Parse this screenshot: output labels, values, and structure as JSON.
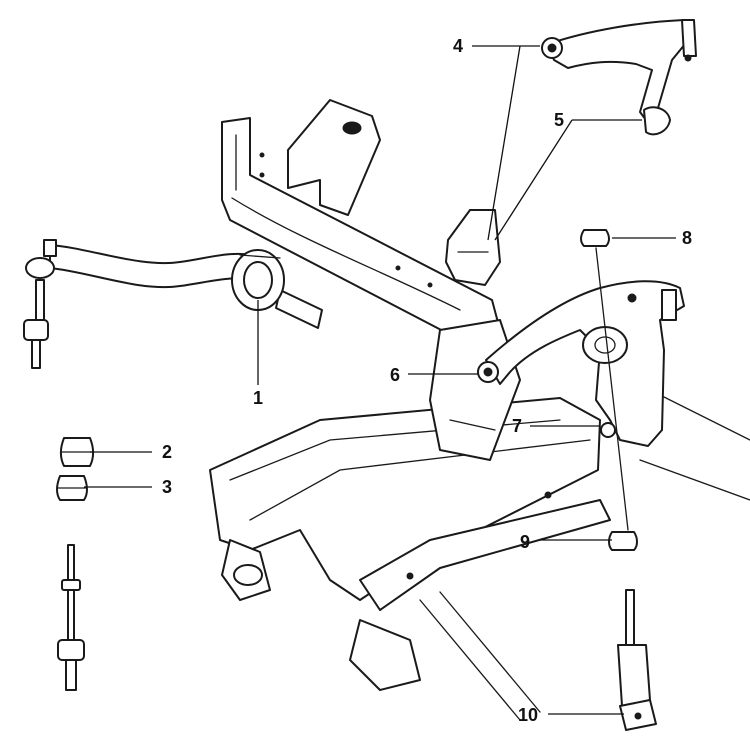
{
  "diagram": {
    "colors": {
      "line": "#1a1a1a",
      "background": "#ffffff"
    },
    "callouts": [
      {
        "number": "1",
        "part": "stabilizer-bar-bushing"
      },
      {
        "number": "2",
        "part": "bushing-upper"
      },
      {
        "number": "3",
        "part": "bushing-lower"
      },
      {
        "number": "4",
        "part": "upper-arm-front-bushing"
      },
      {
        "number": "5",
        "part": "upper-arm-ball-joint"
      },
      {
        "number": "6",
        "part": "lower-arm-front-bushing"
      },
      {
        "number": "7",
        "part": "lower-arm-rear-bushing"
      },
      {
        "number": "8",
        "part": "shock-upper-bushing"
      },
      {
        "number": "9",
        "part": "shock-lower-bushing"
      },
      {
        "number": "10",
        "part": "shock-absorber-eye"
      }
    ]
  }
}
